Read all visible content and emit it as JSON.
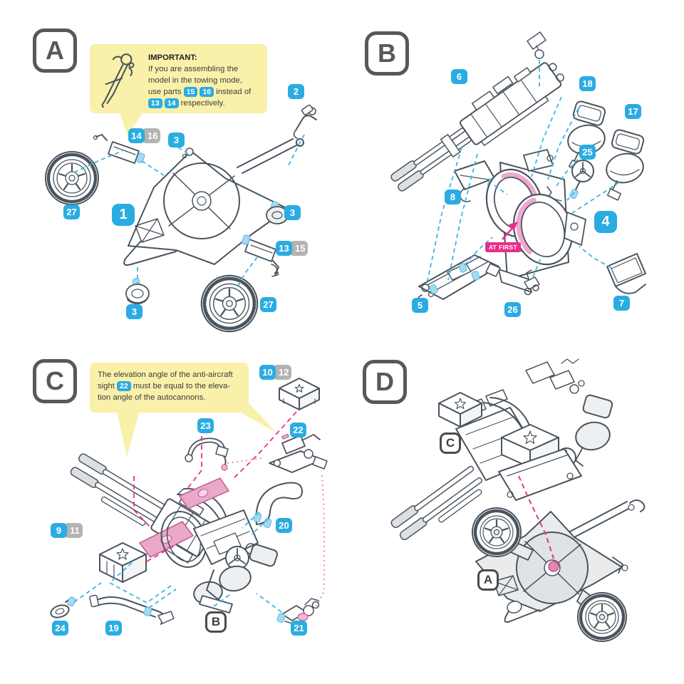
{
  "colors": {
    "accent_cyan": "#2AACE2",
    "badge_gray": "#B3B3B3",
    "magenta": "#EB2D8A",
    "pink_dash": "#E9318A",
    "note_yellow": "#F9F1A9",
    "line_art": "#4A545E"
  },
  "icons": {
    "panel_a_note_icon": "towing-hitch-icon"
  },
  "panels": {
    "a": {
      "letter": "A",
      "note": {
        "title": "IMPORTANT:",
        "line1": "If you are assembling the",
        "line2": "model in the towing mode,",
        "line3_pre": "use parts",
        "part_15": "15",
        "part_16": "16",
        "line3_post": "instead of",
        "part_13": "13",
        "part_14": "14",
        "line4": "respectively."
      },
      "labels": {
        "p2": "2",
        "p14": "14",
        "p16": "16",
        "p3_top": "3",
        "p27_left": "27",
        "p1": "1",
        "p3_right": "3",
        "p13": "13",
        "p15": "15",
        "p3_bottom": "3",
        "p27_right": "27"
      }
    },
    "b": {
      "letter": "B",
      "at_first": "AT FIRST",
      "labels": {
        "p6": "6",
        "p18": "18",
        "p17": "17",
        "p25": "25",
        "p8": "8",
        "p4": "4",
        "p5": "5",
        "p26": "26",
        "p7": "7"
      }
    },
    "c": {
      "letter": "C",
      "note": {
        "line1": "The elevation angle of the anti-aircraft",
        "line2_pre": "sight",
        "part_22": "22",
        "line2_post": "must be equal to the eleva-",
        "line3": "tion angle of the autocannons."
      },
      "labels": {
        "p10": "10",
        "p12": "12",
        "p23": "23",
        "p22": "22",
        "p9": "9",
        "p11": "11",
        "p20": "20",
        "p24": "24",
        "p19": "19",
        "p21": "21"
      },
      "ref_b": "B"
    },
    "d": {
      "letter": "D",
      "ref_c": "C",
      "ref_a": "A"
    }
  }
}
